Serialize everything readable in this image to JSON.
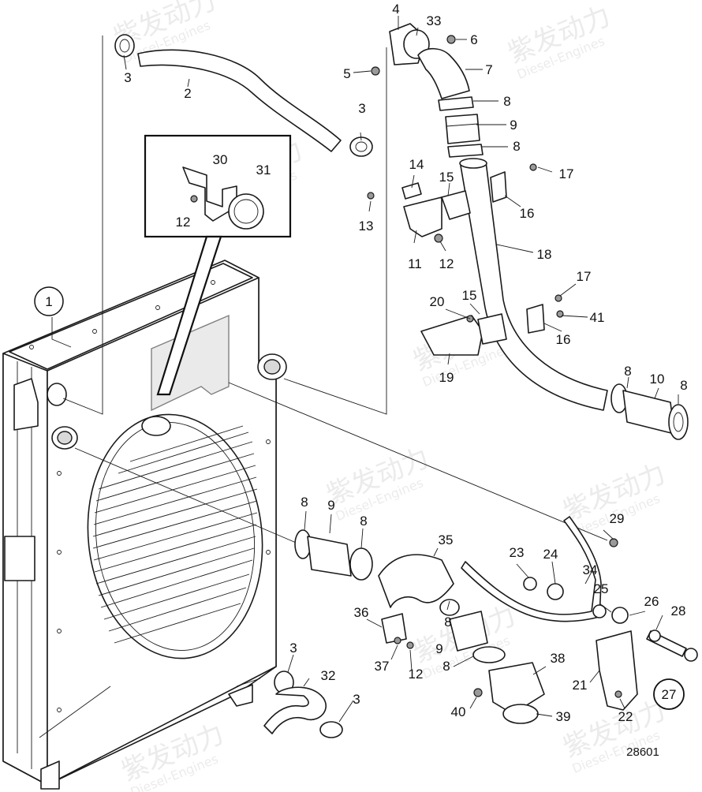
{
  "figure_number": "28601",
  "watermark": {
    "brand_cn": "紫发动力",
    "brand_en": "Diesel-Engines"
  },
  "part_labels": {
    "p1": "1",
    "p2": "2",
    "p3": "3",
    "p4": "4",
    "p5": "5",
    "p6": "6",
    "p7": "7",
    "p8": "8",
    "p9": "9",
    "p10": "10",
    "p11": "11",
    "p12": "12",
    "p13": "13",
    "p14": "14",
    "p15": "15",
    "p16": "16",
    "p17": "17",
    "p18": "18",
    "p19": "19",
    "p20": "20",
    "p21": "21",
    "p22": "22",
    "p23": "23",
    "p24": "24",
    "p25": "25",
    "p26": "26",
    "p27": "27",
    "p28": "28",
    "p29": "29",
    "p30": "30",
    "p31": "31",
    "p32": "32",
    "p33": "33",
    "p34": "34",
    "p35": "35",
    "p36": "36",
    "p37": "37",
    "p38": "38",
    "p39": "39",
    "p40": "40",
    "p41": "41"
  }
}
